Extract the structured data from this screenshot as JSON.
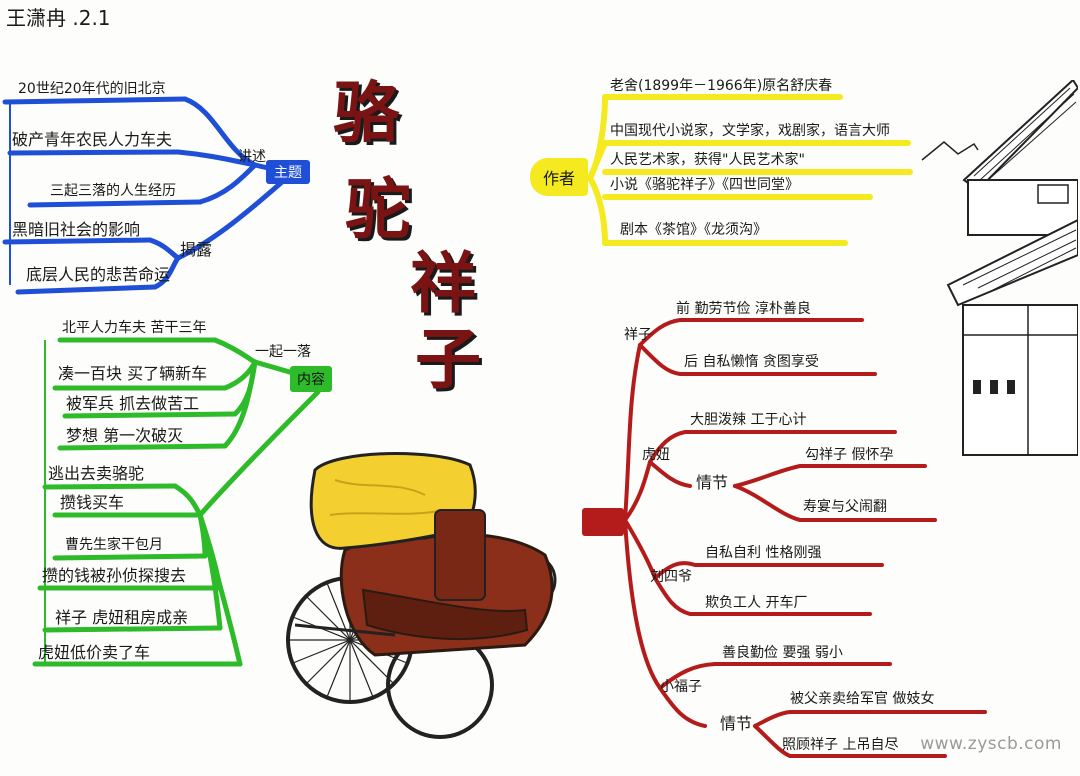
{
  "signature": "王潇冉 .2.1",
  "title_chars": [
    "骆",
    "驼",
    "祥",
    "子"
  ],
  "colors": {
    "theme_blue": "#1e4fd6",
    "author_yellow": "#f4ea1f",
    "content_green": "#2ebb2a",
    "character_red": "#b41b1b",
    "title_red": "#7a1414"
  },
  "theme": {
    "center": "主题",
    "groups": [
      {
        "label": "讲述",
        "items": [
          "20世纪20年代的旧北京",
          "破产青年农民人力车夫",
          "三起三落的人生经历"
        ]
      },
      {
        "label": "揭露",
        "items": [
          "黑暗旧社会的影响",
          "底层人民的悲苦命运"
        ]
      }
    ]
  },
  "author": {
    "center": "作者",
    "items": [
      "老舍(1899年－1966年)原名舒庆春",
      "中国现代小说家，文学家，戏剧家，语言大师",
      "人民艺术家，获得\"人民艺术家\"",
      "小说《骆驼祥子》《四世同堂》",
      "剧本《茶馆》《龙须沟》"
    ]
  },
  "content": {
    "center": "内容",
    "group_label": "一起一落",
    "items": [
      "北平人力车夫 苦干三年",
      "凑一百块 买了辆新车",
      "被军兵 抓去做苦工",
      "梦想 第一次破灭",
      "逃出去卖骆驼",
      "攒钱买车",
      "曹先生家干包月",
      "攒的钱被孙侦探搜去",
      "祥子 虎妞租房成亲",
      "虎妞低价卖了车"
    ]
  },
  "characters": {
    "groups": [
      {
        "label": "祥子",
        "items": [
          "前 勤劳节俭 淳朴善良",
          "后 自私懒惰 贪图享受"
        ]
      },
      {
        "label": "虎妞",
        "items": [
          "大胆泼辣 工于心计"
        ],
        "sub_label": "情节",
        "sub_items": [
          "勾祥子 假怀孕",
          "寿宴与父闹翻"
        ]
      },
      {
        "label": "刘四爷",
        "items": [
          "自私自利 性格刚强",
          "欺负工人 开车厂"
        ]
      },
      {
        "label": "小福子",
        "items": [
          "善良勤俭 要强 弱小"
        ],
        "sub_label": "情节",
        "sub_items": [
          "被父亲卖给军官 做妓女",
          "照顾祥子 上吊自尽"
        ]
      }
    ]
  },
  "watermark": "www.zyscb.com"
}
